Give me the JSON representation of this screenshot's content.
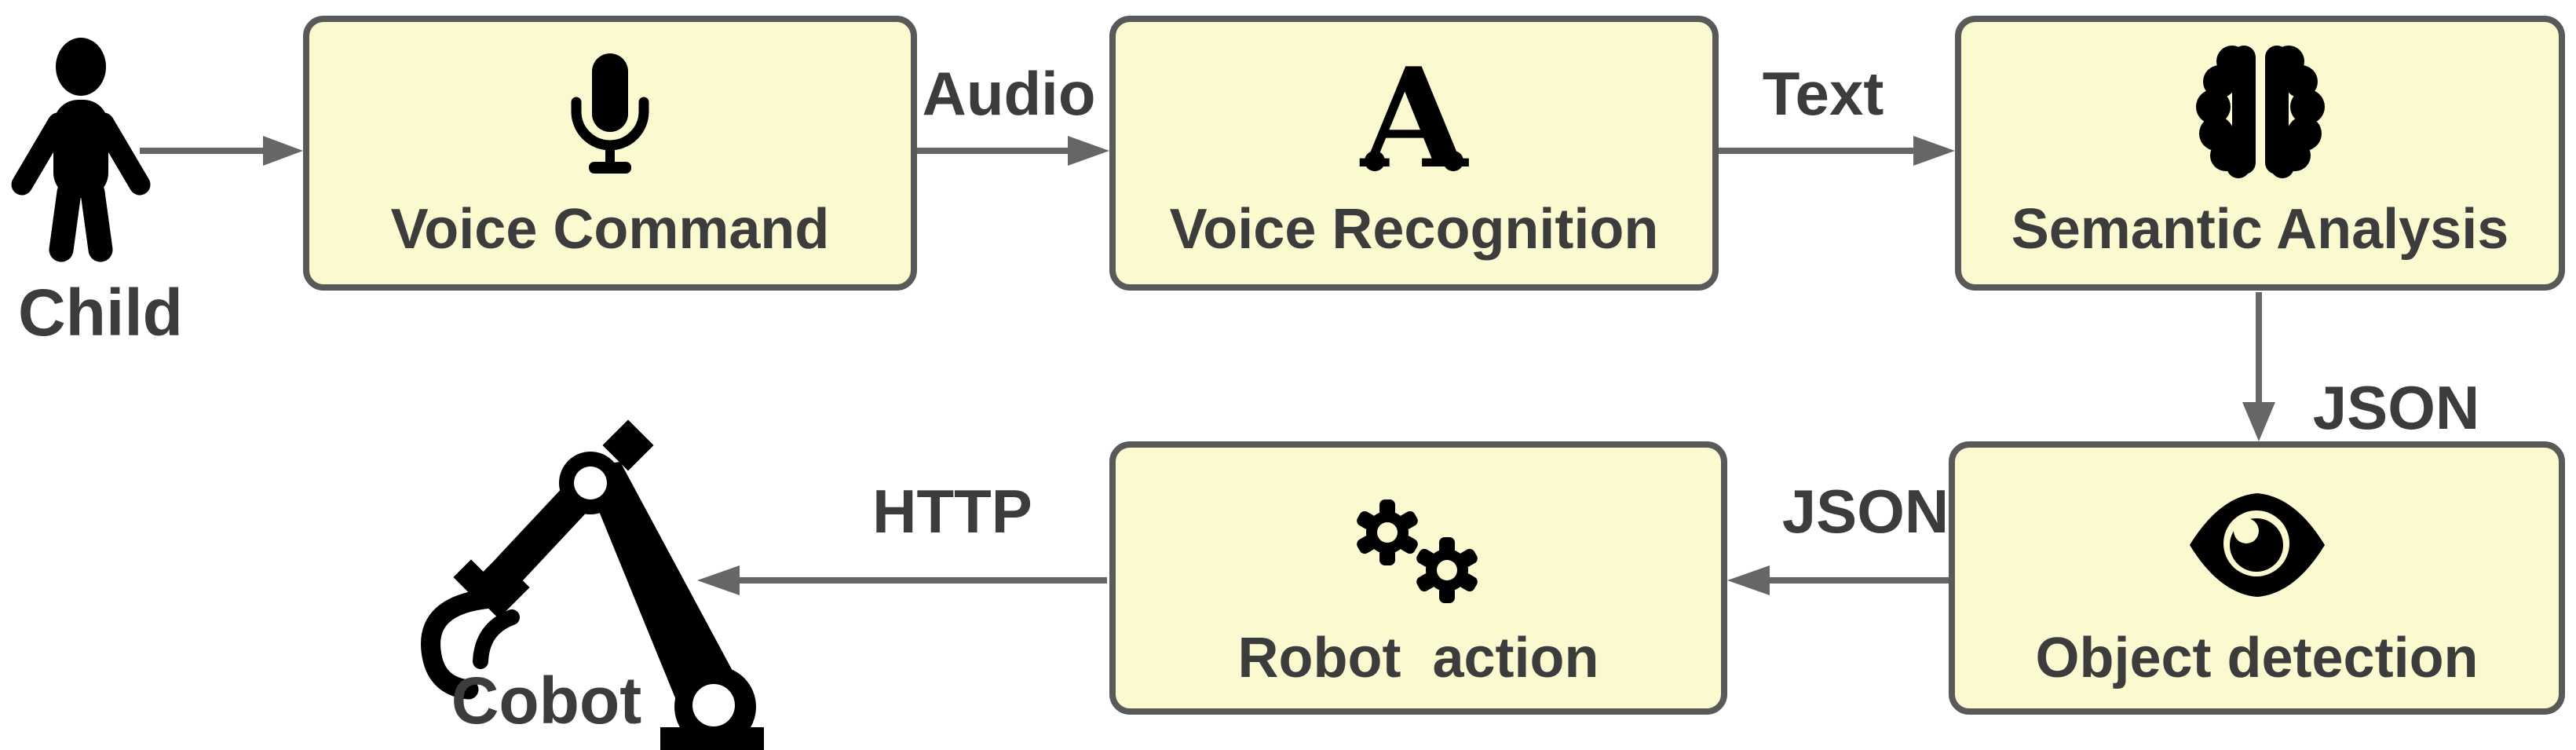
{
  "diagram": {
    "actors": [
      {
        "id": "child",
        "label": "Child",
        "icon": "child-person-icon"
      },
      {
        "id": "cobot",
        "label": "Cobot",
        "icon": "robot-arm-icon"
      }
    ],
    "nodes": [
      {
        "id": "voice_command",
        "label": "Voice Command",
        "icon": "microphone-icon"
      },
      {
        "id": "voice_recognition",
        "label": "Voice Recognition",
        "icon": "letter-a-icon",
        "icon_glyph": "A"
      },
      {
        "id": "semantic_analysis",
        "label": "Semantic Analysis",
        "icon": "brain-icon"
      },
      {
        "id": "object_detection",
        "label": "Object detection",
        "icon": "eye-icon"
      },
      {
        "id": "robot_action",
        "label": "Robot  action",
        "icon": "gears-icon"
      }
    ],
    "edges": [
      {
        "from": "child",
        "to": "voice_command",
        "label": ""
      },
      {
        "from": "voice_command",
        "to": "voice_recognition",
        "label": "Audio"
      },
      {
        "from": "voice_recognition",
        "to": "semantic_analysis",
        "label": "Text"
      },
      {
        "from": "semantic_analysis",
        "to": "object_detection",
        "label": "JSON"
      },
      {
        "from": "object_detection",
        "to": "robot_action",
        "label": "JSON"
      },
      {
        "from": "robot_action",
        "to": "cobot",
        "label": "HTTP"
      }
    ],
    "colors": {
      "background": "#FFFFFF",
      "node_fill": "#FBF9CF",
      "node_border": "#595959",
      "arrow": "#666666",
      "label_text": "#3C3C3C",
      "icon": "#000000"
    }
  }
}
